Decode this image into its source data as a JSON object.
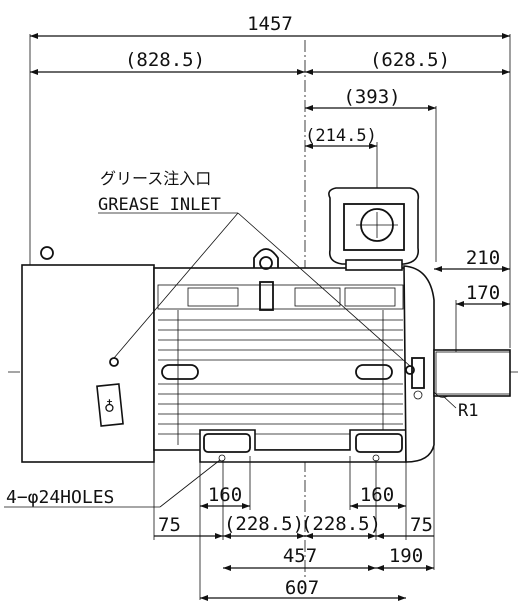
{
  "drawing": {
    "overall_length": "1457",
    "left_length": "(828.5)",
    "right_length": "(628.5)",
    "terminal_box_offset": "(393)",
    "terminal_center_offset": "(214.5)",
    "shaft_length": "210",
    "key_length": "170",
    "shaft_radius": "R1",
    "grease_label_jp": "グリース注入口",
    "grease_label_en": "GREASE INLET",
    "holes_label": "4−φ24HOLES",
    "foot_width_left": "160",
    "foot_width_right": "160",
    "left_edge_offset": "75",
    "right_edge_offset": "75",
    "half_span_left": "(228.5)",
    "half_span_right": "(228.5)",
    "foot_span": "457",
    "shaft_to_foot": "190",
    "base_length": "607"
  }
}
